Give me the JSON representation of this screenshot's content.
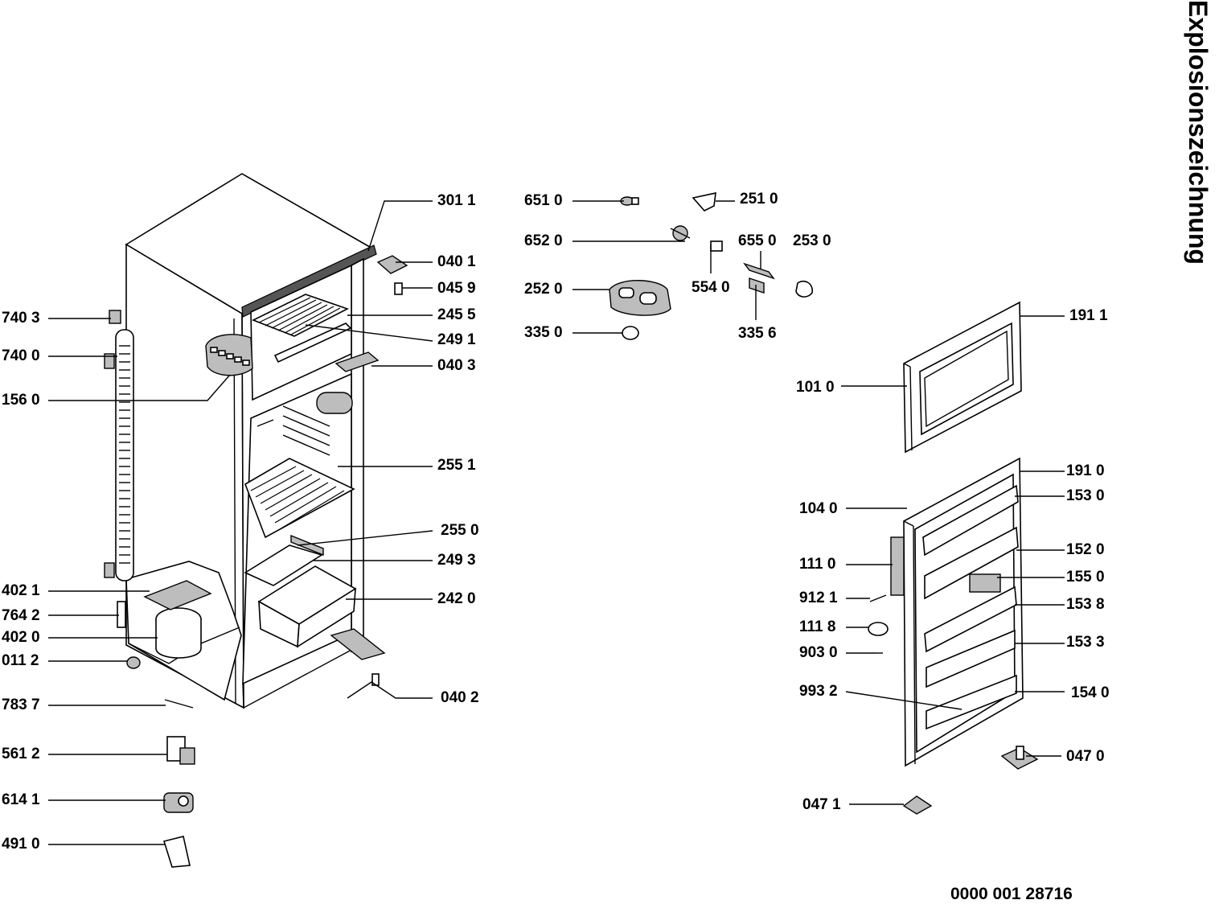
{
  "title": "Explosionszeichnung",
  "document_number": "0000  001 28716",
  "labels": {
    "l3011": "301 1",
    "l0401": "040 1",
    "l0459": "045 9",
    "l2455": "245 5",
    "l2491": "249 1",
    "l0403": "040 3",
    "l7403": "740 3",
    "l7400": "740 0",
    "l1560": "156 0",
    "l2551": "255 1",
    "l2550": "255 0",
    "l2493": "249 3",
    "l2420": "242 0",
    "l4021": "402 1",
    "l7642": "764 2",
    "l4020": "402 0",
    "l0112": "011 2",
    "l7837": "783 7",
    "l0402": "040 2",
    "l5612": "561 2",
    "l6141": "614 1",
    "l4910": "491 0",
    "l6510": "651 0",
    "l2510": "251 0",
    "l6520": "652 0",
    "l6550": "655 0",
    "l2530": "253 0",
    "l5540": "554 0",
    "l2520": "252 0",
    "l3350": "335 0",
    "l3356": "335 6",
    "l1911": "191 1",
    "l1010": "101 0",
    "l1910": "191 0",
    "l1530": "153 0",
    "l1040": "104 0",
    "l1110": "111 0",
    "l1520": "152 0",
    "l1550": "155 0",
    "l9121": "912 1",
    "l1538": "153 8",
    "l1118": "111 8",
    "l1533": "153 3",
    "l9030": "903 0",
    "l9932": "993 2",
    "l1540": "154 0",
    "l0470": "047 0",
    "l0471": "047 1"
  }
}
